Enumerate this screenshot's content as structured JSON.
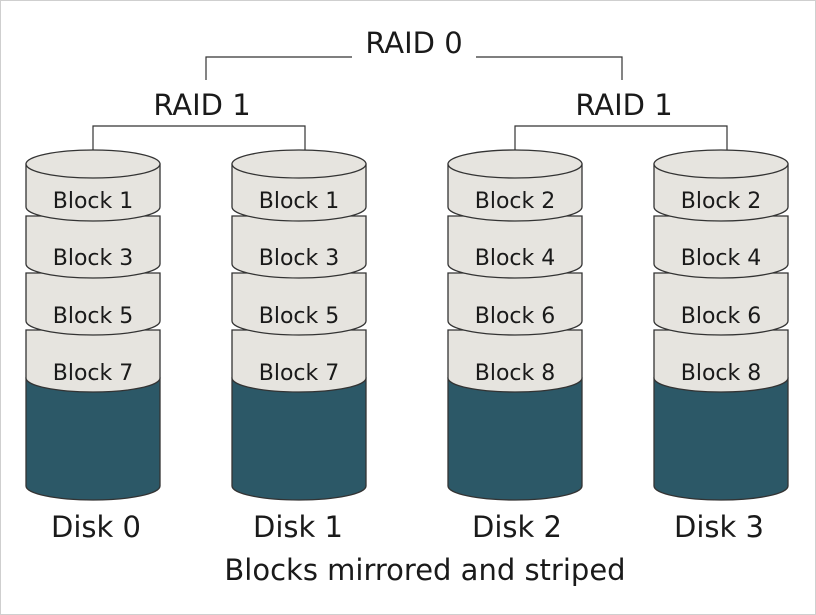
{
  "raid0": {
    "label": "RAID 0"
  },
  "raid1_groups": [
    {
      "label": "RAID 1"
    },
    {
      "label": "RAID 1"
    }
  ],
  "disks": [
    {
      "label": "Disk 0",
      "blocks": [
        "Block 1",
        "Block 3",
        "Block 5",
        "Block 7"
      ]
    },
    {
      "label": "Disk 1",
      "blocks": [
        "Block 1",
        "Block 3",
        "Block 5",
        "Block 7"
      ]
    },
    {
      "label": "Disk 2",
      "blocks": [
        "Block 2",
        "Block 4",
        "Block 6",
        "Block 8"
      ]
    },
    {
      "label": "Disk 3",
      "blocks": [
        "Block 2",
        "Block 4",
        "Block 6",
        "Block 8"
      ]
    }
  ],
  "caption": "Blocks mirrored and striped",
  "colors": {
    "block_fill": "#e6e4df",
    "disk_base_fill": "#2c5867",
    "outline": "#333333"
  }
}
